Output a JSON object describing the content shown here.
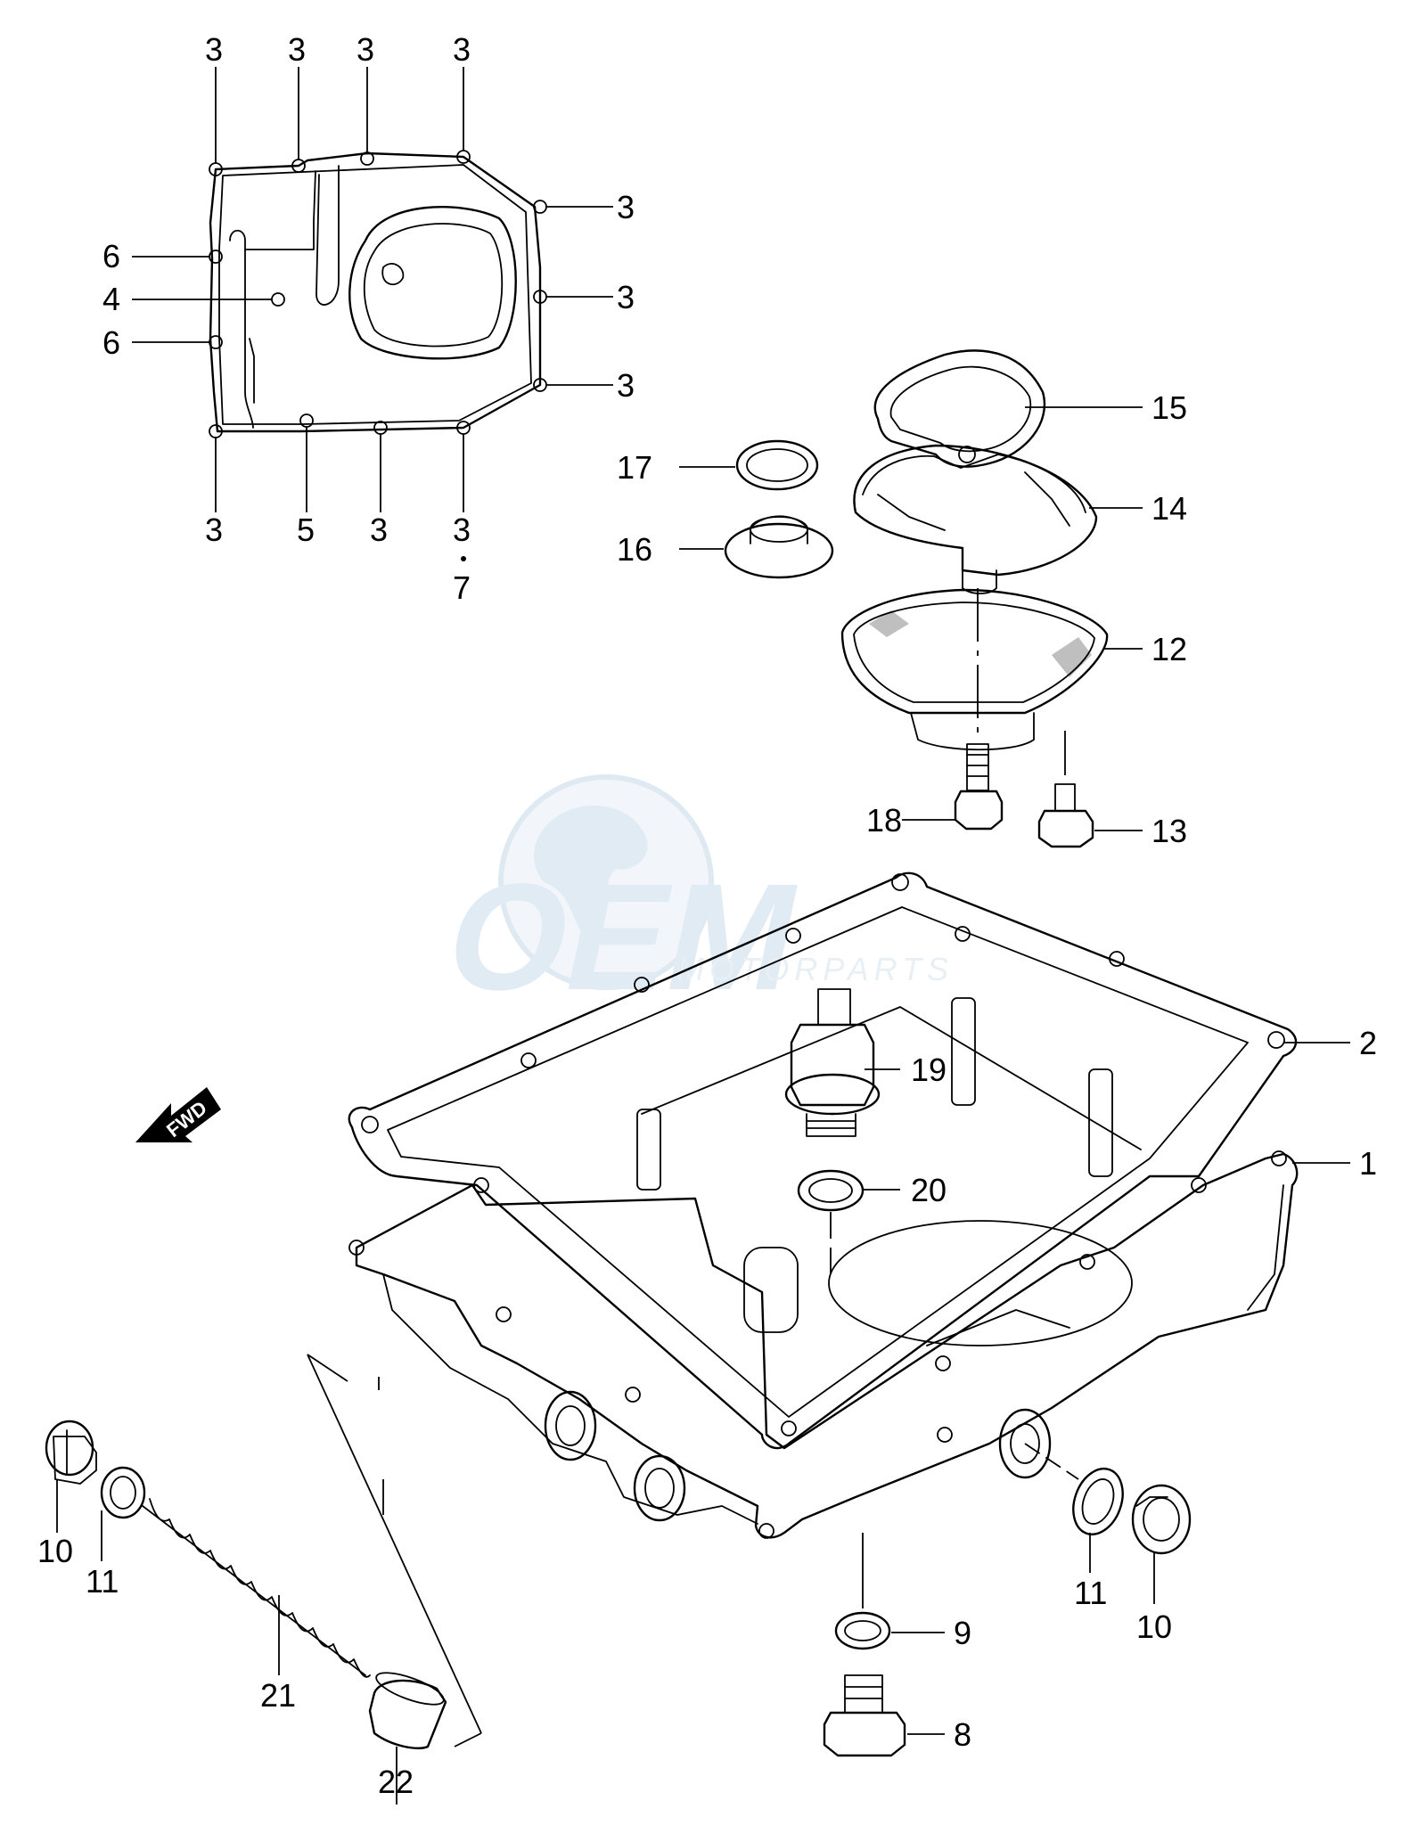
{
  "watermark": {
    "brand": "OEM",
    "subtitle": "MOTORPARTS"
  },
  "direction_badge": "FWD",
  "callouts": [
    {
      "id": "c3a",
      "label": "3"
    },
    {
      "id": "c3b",
      "label": "3"
    },
    {
      "id": "c3c",
      "label": "3"
    },
    {
      "id": "c3d",
      "label": "3"
    },
    {
      "id": "c3e",
      "label": "3"
    },
    {
      "id": "c3f",
      "label": "3"
    },
    {
      "id": "c3g",
      "label": "3"
    },
    {
      "id": "c3h",
      "label": "3"
    },
    {
      "id": "c3i",
      "label": "3"
    },
    {
      "id": "c3j",
      "label": "3"
    },
    {
      "id": "c6a",
      "label": "6"
    },
    {
      "id": "c4",
      "label": "4"
    },
    {
      "id": "c6b",
      "label": "6"
    },
    {
      "id": "c5",
      "label": "5"
    },
    {
      "id": "c7",
      "label": "7"
    },
    {
      "id": "c15",
      "label": "15"
    },
    {
      "id": "c14",
      "label": "14"
    },
    {
      "id": "c12",
      "label": "12"
    },
    {
      "id": "c17",
      "label": "17"
    },
    {
      "id": "c16",
      "label": "16"
    },
    {
      "id": "c18",
      "label": "18"
    },
    {
      "id": "c13",
      "label": "13"
    },
    {
      "id": "c2",
      "label": "2"
    },
    {
      "id": "c19",
      "label": "19"
    },
    {
      "id": "c1",
      "label": "1"
    },
    {
      "id": "c20",
      "label": "20"
    },
    {
      "id": "c10a",
      "label": "10"
    },
    {
      "id": "c11a",
      "label": "11"
    },
    {
      "id": "c21",
      "label": "21"
    },
    {
      "id": "c22",
      "label": "22"
    },
    {
      "id": "c9",
      "label": "9"
    },
    {
      "id": "c8",
      "label": "8"
    },
    {
      "id": "c11b",
      "label": "11"
    },
    {
      "id": "c10b",
      "label": "10"
    }
  ]
}
